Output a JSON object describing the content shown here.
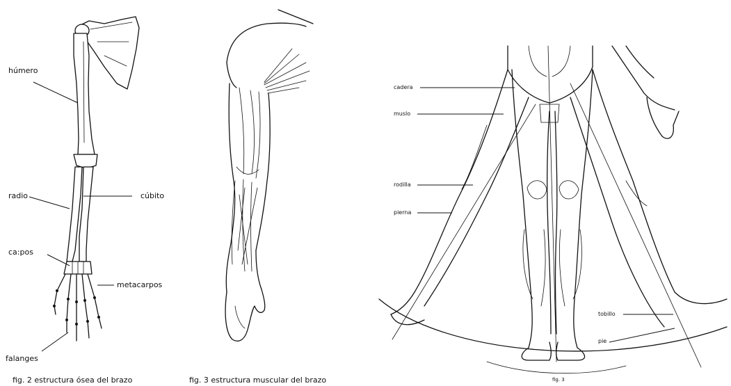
{
  "figure2": {
    "labels": {
      "humero": "húmero",
      "radio": "radio",
      "cubito": "cúbito",
      "carpos": "ca:pos",
      "metacarpos": "metacarpos",
      "falanges": "falanges"
    },
    "caption": "fig. 2 estructura ósea del brazo"
  },
  "figure3": {
    "caption": "fig. 3 estructura muscular del brazo"
  },
  "figure_legs": {
    "labels": {
      "cadera": "cadera",
      "muslo": "muslo",
      "rodilla": "rodilla",
      "pierna": "pierna",
      "tobillo": "tobillo",
      "pie": "pie"
    },
    "caption": "fig. 3"
  }
}
